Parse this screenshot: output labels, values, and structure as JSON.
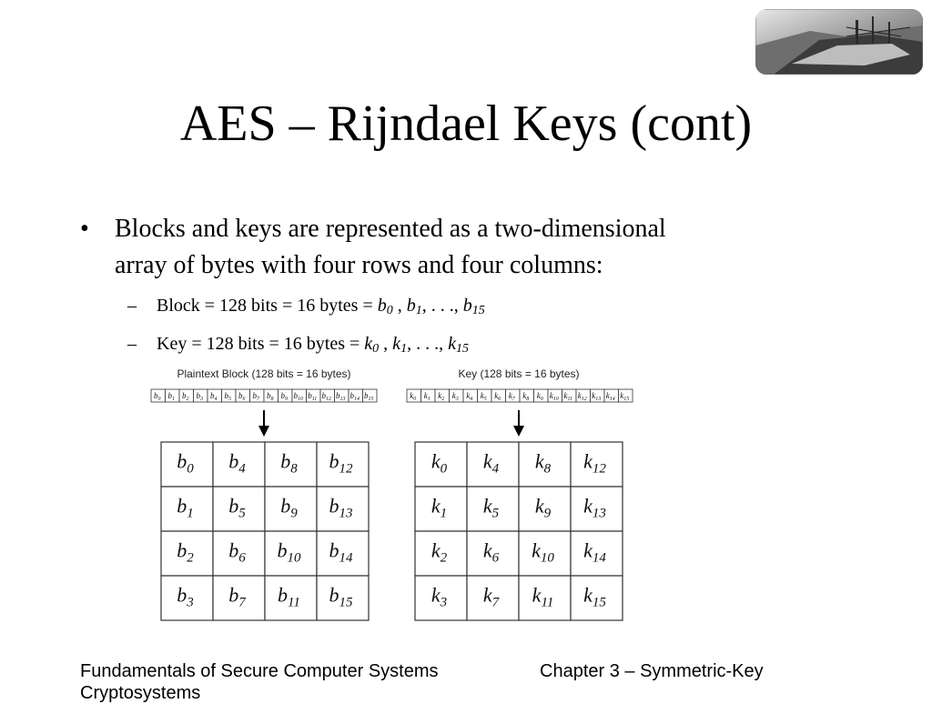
{
  "slide": {
    "title": "AES – Rijndael Keys (cont)",
    "bullet": {
      "marker": "•",
      "line1": "Blocks and keys are represented as a two-dimensional",
      "line2": "array of bytes with four rows and four columns:"
    },
    "sub_marker": "–",
    "block_line": {
      "prefix": "Block = 128 bits = 16 bytes = ",
      "v": "b",
      "s0": "0",
      "s1": "1",
      "s15": "15"
    },
    "key_line": {
      "prefix": "Key = 128 bits = 16 bytes = ",
      "v": "k",
      "s0": "0",
      "s1": "1",
      "s15": "15"
    },
    "sep_first": " , ",
    "sep_mid": ", . . ., "
  },
  "diagram": {
    "plaintext_label": "Plaintext Block (128 bits = 16 bytes)",
    "key_label": "Key (128 bits = 16 bytes)",
    "block_var": "b",
    "key_var": "k",
    "strip_subscripts": [
      "0",
      "1",
      "2",
      "3",
      "4",
      "5",
      "6",
      "7",
      "8",
      "9",
      "10",
      "11",
      "12",
      "13",
      "14",
      "15"
    ],
    "matrix_subscripts": [
      [
        "0",
        "4",
        "8",
        "12"
      ],
      [
        "1",
        "5",
        "9",
        "13"
      ],
      [
        "2",
        "6",
        "10",
        "14"
      ],
      [
        "3",
        "7",
        "11",
        "15"
      ]
    ]
  },
  "footer": {
    "left_line1": "Fundamentals of Secure Computer Systems",
    "right_line1": "Chapter 3 – Symmetric-Key",
    "line2": "Cryptosystems"
  },
  "logo": {
    "icon": "ship-harbor-photo"
  }
}
